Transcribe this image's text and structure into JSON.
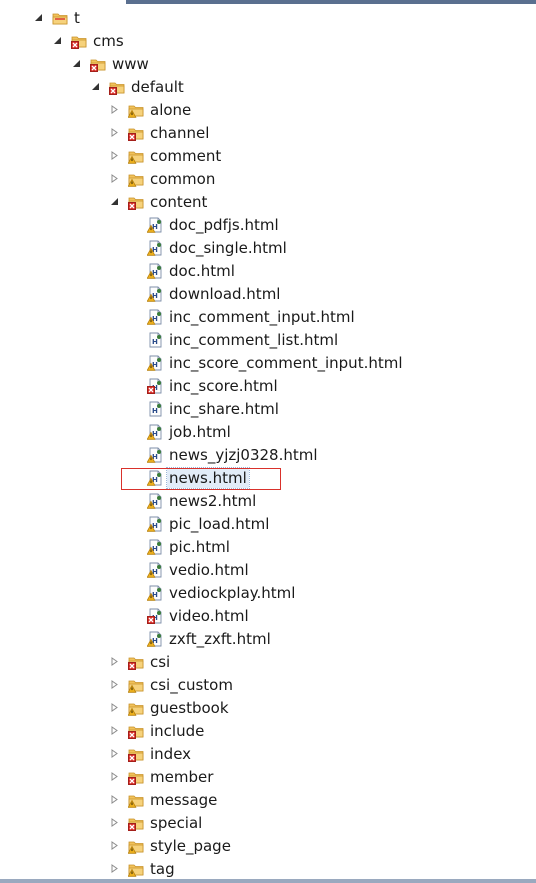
{
  "tree": {
    "rows": [
      {
        "label": "t",
        "level": 0,
        "kind": "project",
        "twisty": "expanded"
      },
      {
        "label": "cms",
        "level": 1,
        "kind": "folder-error",
        "twisty": "expanded"
      },
      {
        "label": "www",
        "level": 2,
        "kind": "folder-error",
        "twisty": "expanded"
      },
      {
        "label": "default",
        "level": 3,
        "kind": "folder-error",
        "twisty": "expanded"
      },
      {
        "label": "alone",
        "level": 4,
        "kind": "folder-warning",
        "twisty": "collapsed"
      },
      {
        "label": "channel",
        "level": 4,
        "kind": "folder-error",
        "twisty": "collapsed"
      },
      {
        "label": "comment",
        "level": 4,
        "kind": "folder-warning",
        "twisty": "collapsed"
      },
      {
        "label": "common",
        "level": 4,
        "kind": "folder-warning",
        "twisty": "collapsed"
      },
      {
        "label": "content",
        "level": 4,
        "kind": "folder-error",
        "twisty": "expanded"
      },
      {
        "label": "doc_pdfjs.html",
        "level": 5,
        "kind": "html-warning",
        "twisty": "none"
      },
      {
        "label": "doc_single.html",
        "level": 5,
        "kind": "html-warning",
        "twisty": "none"
      },
      {
        "label": "doc.html",
        "level": 5,
        "kind": "html-warning",
        "twisty": "none"
      },
      {
        "label": "download.html",
        "level": 5,
        "kind": "html-warning",
        "twisty": "none"
      },
      {
        "label": "inc_comment_input.html",
        "level": 5,
        "kind": "html-warning",
        "twisty": "none"
      },
      {
        "label": "inc_comment_list.html",
        "level": 5,
        "kind": "html-plain",
        "twisty": "none"
      },
      {
        "label": "inc_score_comment_input.html",
        "level": 5,
        "kind": "html-warning",
        "twisty": "none"
      },
      {
        "label": "inc_score.html",
        "level": 5,
        "kind": "html-error",
        "twisty": "none"
      },
      {
        "label": "inc_share.html",
        "level": 5,
        "kind": "html-plain",
        "twisty": "none"
      },
      {
        "label": "job.html",
        "level": 5,
        "kind": "html-warning",
        "twisty": "none"
      },
      {
        "label": "news_yjzj0328.html",
        "level": 5,
        "kind": "html-warning",
        "twisty": "none"
      },
      {
        "label": "news.html",
        "level": 5,
        "kind": "html-warning",
        "twisty": "none",
        "selected": true
      },
      {
        "label": "news2.html",
        "level": 5,
        "kind": "html-warning",
        "twisty": "none"
      },
      {
        "label": "pic_load.html",
        "level": 5,
        "kind": "html-warning",
        "twisty": "none"
      },
      {
        "label": "pic.html",
        "level": 5,
        "kind": "html-warning",
        "twisty": "none"
      },
      {
        "label": "vedio.html",
        "level": 5,
        "kind": "html-warning",
        "twisty": "none"
      },
      {
        "label": "vediockplay.html",
        "level": 5,
        "kind": "html-warning",
        "twisty": "none"
      },
      {
        "label": "video.html",
        "level": 5,
        "kind": "html-error",
        "twisty": "none"
      },
      {
        "label": "zxft_zxft.html",
        "level": 5,
        "kind": "html-warning",
        "twisty": "none"
      },
      {
        "label": "csi",
        "level": 4,
        "kind": "folder-error",
        "twisty": "collapsed"
      },
      {
        "label": "csi_custom",
        "level": 4,
        "kind": "folder-warning",
        "twisty": "collapsed"
      },
      {
        "label": "guestbook",
        "level": 4,
        "kind": "folder-warning",
        "twisty": "collapsed"
      },
      {
        "label": "include",
        "level": 4,
        "kind": "folder-error",
        "twisty": "collapsed"
      },
      {
        "label": "index",
        "level": 4,
        "kind": "folder-error",
        "twisty": "collapsed"
      },
      {
        "label": "member",
        "level": 4,
        "kind": "folder-error",
        "twisty": "collapsed"
      },
      {
        "label": "message",
        "level": 4,
        "kind": "folder-warning",
        "twisty": "collapsed"
      },
      {
        "label": "special",
        "level": 4,
        "kind": "folder-error",
        "twisty": "collapsed"
      },
      {
        "label": "style_page",
        "level": 4,
        "kind": "folder-warning",
        "twisty": "collapsed"
      },
      {
        "label": "tag",
        "level": 4,
        "kind": "folder-warning",
        "twisty": "collapsed"
      }
    ]
  },
  "colors": {
    "highlight_box": "#d9312b",
    "selection_bg": "#e2ecf8",
    "folder": "#e8b84a",
    "error": "#d9312b",
    "warning": "#e8a317"
  }
}
